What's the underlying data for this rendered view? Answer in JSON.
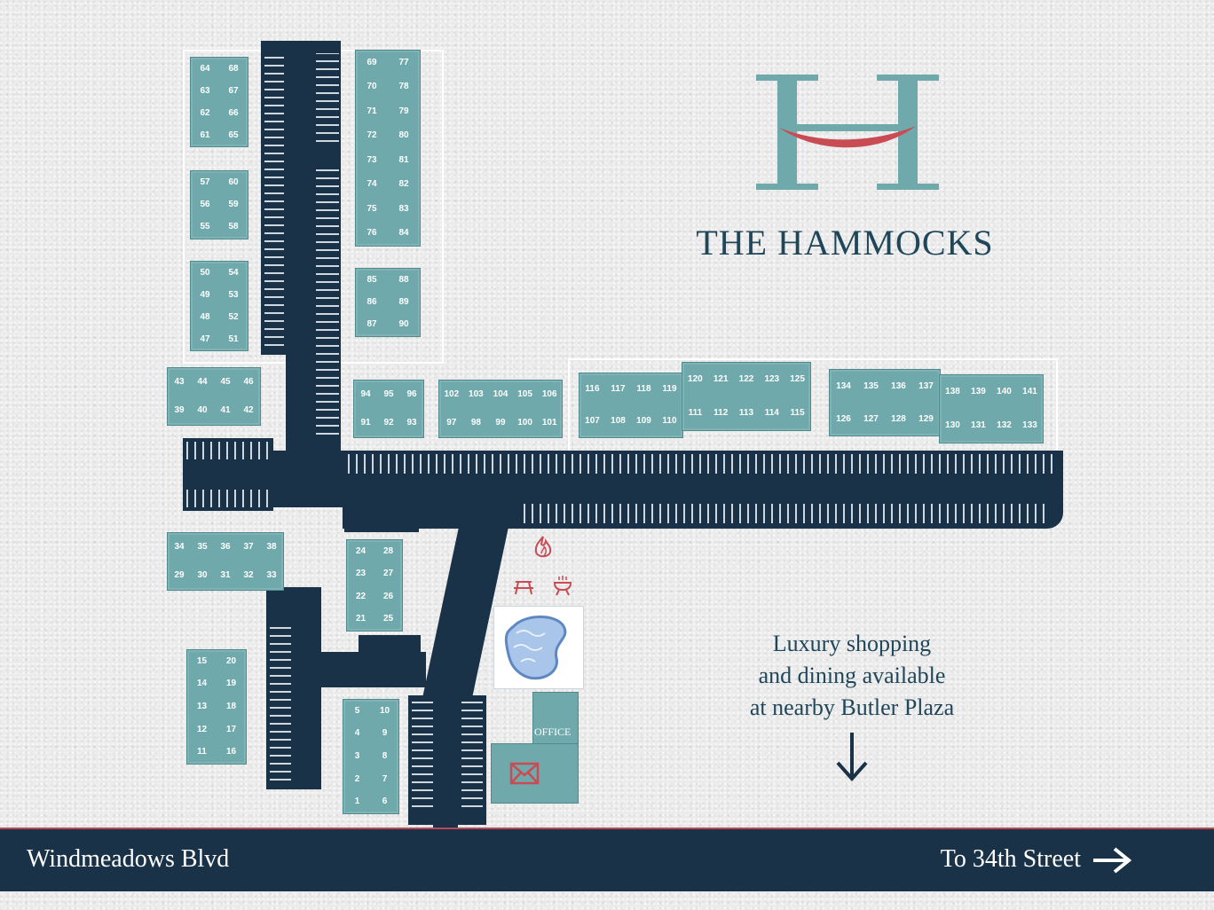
{
  "brand": {
    "monogram": "H",
    "name": "THE HAMMOCKS",
    "colors": {
      "teal": "#6fa9ac",
      "navy": "#1a3247",
      "accent": "#c94b54"
    }
  },
  "note": {
    "line1": "Luxury shopping",
    "line2": "and dining available",
    "line3": "at nearby Butler Plaza",
    "icon": "arrow-down-icon"
  },
  "streets": {
    "bottom_left": "Windmeadows Blvd",
    "bottom_right": "To 34th Street",
    "right_icon": "arrow-right-icon"
  },
  "amenities": {
    "office_label": "OFFICE",
    "icons": [
      "fire-pit-icon",
      "picnic-table-icon",
      "grill-icon",
      "pool-icon",
      "mail-icon"
    ]
  },
  "buildings": [
    {
      "id": "b61",
      "units": [
        "64",
        "68",
        "63",
        "67",
        "62",
        "66",
        "61",
        "65"
      ],
      "cols": 2
    },
    {
      "id": "b55",
      "units": [
        "57",
        "60",
        "56",
        "59",
        "55",
        "58"
      ],
      "cols": 2
    },
    {
      "id": "b47",
      "units": [
        "50",
        "54",
        "49",
        "53",
        "48",
        "52",
        "47",
        "51"
      ],
      "cols": 2
    },
    {
      "id": "b69",
      "units": [
        "69",
        "77",
        "70",
        "78",
        "71",
        "79",
        "72",
        "80",
        "73",
        "81",
        "74",
        "82",
        "75",
        "83",
        "76",
        "84"
      ],
      "cols": 2
    },
    {
      "id": "b85",
      "units": [
        "85",
        "88",
        "86",
        "89",
        "87",
        "90"
      ],
      "cols": 2
    },
    {
      "id": "b39",
      "units": [
        "43",
        "44",
        "45",
        "46",
        "39",
        "40",
        "41",
        "42"
      ],
      "cols": 4
    },
    {
      "id": "b91",
      "units": [
        "94",
        "95",
        "96",
        "91",
        "92",
        "93"
      ],
      "cols": 3
    },
    {
      "id": "b97",
      "units": [
        "102",
        "103",
        "104",
        "105",
        "106",
        "97",
        "98",
        "99",
        "100",
        "101"
      ],
      "cols": 5
    },
    {
      "id": "b107",
      "units": [
        "116",
        "117",
        "118",
        "119",
        "107",
        "108",
        "109",
        "110"
      ],
      "cols": 4
    },
    {
      "id": "b111",
      "units": [
        "120",
        "121",
        "122",
        "123",
        "125",
        "111",
        "112",
        "113",
        "114",
        "115"
      ],
      "cols": 5
    },
    {
      "id": "b126",
      "units": [
        "134",
        "135",
        "136",
        "137",
        "126",
        "127",
        "128",
        "129"
      ],
      "cols": 4
    },
    {
      "id": "b130",
      "units": [
        "138",
        "139",
        "140",
        "141",
        "130",
        "131",
        "132",
        "133"
      ],
      "cols": 4
    },
    {
      "id": "b29",
      "units": [
        "34",
        "35",
        "36",
        "37",
        "38",
        "29",
        "30",
        "31",
        "32",
        "33"
      ],
      "cols": 5
    },
    {
      "id": "b21",
      "units": [
        "24",
        "28",
        "23",
        "27",
        "22",
        "26",
        "21",
        "25"
      ],
      "cols": 2
    },
    {
      "id": "b11",
      "units": [
        "15",
        "20",
        "14",
        "19",
        "13",
        "18",
        "12",
        "17",
        "11",
        "16"
      ],
      "cols": 2
    },
    {
      "id": "b1",
      "units": [
        "5",
        "10",
        "4",
        "9",
        "3",
        "8",
        "2",
        "7",
        "1",
        "6"
      ],
      "cols": 2
    }
  ]
}
